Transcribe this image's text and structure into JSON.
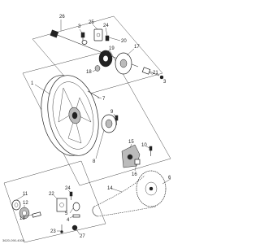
{
  "callouts": [
    {
      "id": "c26",
      "text": "26"
    },
    {
      "id": "c3a",
      "text": "3"
    },
    {
      "id": "c25",
      "text": "25"
    },
    {
      "id": "c24a",
      "text": "24"
    },
    {
      "id": "c20",
      "text": "20"
    },
    {
      "id": "c19",
      "text": "19"
    },
    {
      "id": "c17",
      "text": "17"
    },
    {
      "id": "c18",
      "text": "18"
    },
    {
      "id": "c21",
      "text": "21"
    },
    {
      "id": "c3b",
      "text": "3"
    },
    {
      "id": "c1",
      "text": "1"
    },
    {
      "id": "c7",
      "text": "7"
    },
    {
      "id": "c9",
      "text": "9"
    },
    {
      "id": "c10",
      "text": "10"
    },
    {
      "id": "c15",
      "text": "15"
    },
    {
      "id": "c16",
      "text": "16"
    },
    {
      "id": "c8",
      "text": "8"
    },
    {
      "id": "c6",
      "text": "6"
    },
    {
      "id": "c14",
      "text": "14"
    },
    {
      "id": "c11",
      "text": "11"
    },
    {
      "id": "c12",
      "text": "12"
    },
    {
      "id": "c13",
      "text": "13"
    },
    {
      "id": "c22",
      "text": "22"
    },
    {
      "id": "c24b",
      "text": "24"
    },
    {
      "id": "c5",
      "text": "5"
    },
    {
      "id": "c4",
      "text": "4"
    },
    {
      "id": "c27",
      "text": "27"
    },
    {
      "id": "c23",
      "text": "23"
    }
  ],
  "diagram_code": "3620-090-4000",
  "colors": {
    "line": "#333333",
    "background": "#ffffff",
    "part_dark": "#222222",
    "part_light": "#bbbbbb"
  }
}
